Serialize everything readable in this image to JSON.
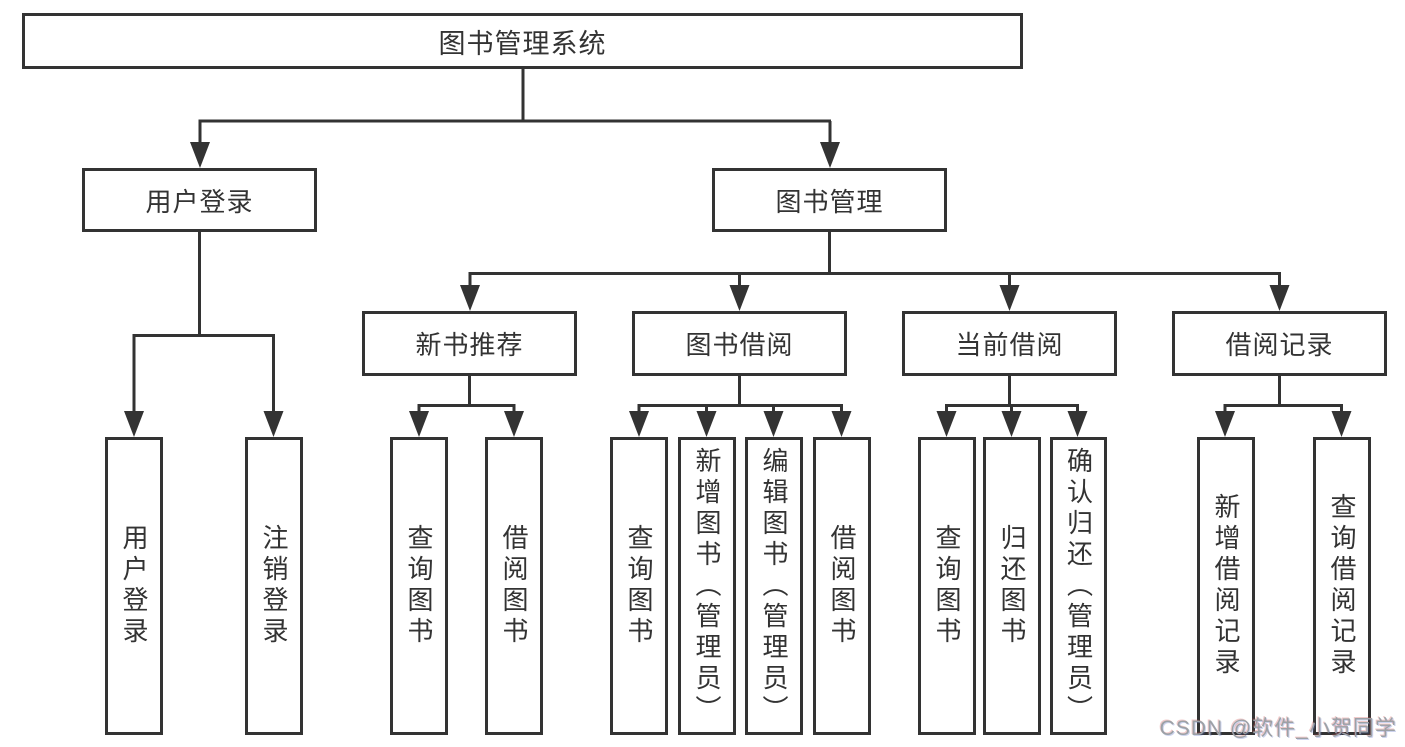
{
  "diagram": {
    "root": {
      "label": "图书管理系统"
    },
    "children": [
      {
        "label": "用户登录",
        "children": [
          {
            "label": "用户登录"
          },
          {
            "label": "注销登录"
          }
        ]
      },
      {
        "label": "图书管理",
        "children": [
          {
            "label": "新书推荐",
            "children": [
              {
                "label": "查询图书"
              },
              {
                "label": "借阅图书"
              }
            ]
          },
          {
            "label": "图书借阅",
            "children": [
              {
                "label": "查询图书"
              },
              {
                "label": "新增图书（管理员）"
              },
              {
                "label": "编辑图书（管理员）"
              },
              {
                "label": "借阅图书"
              }
            ]
          },
          {
            "label": "当前借阅",
            "children": [
              {
                "label": "查询图书"
              },
              {
                "label": "归还图书"
              },
              {
                "label": "确认归还（管理员）"
              }
            ]
          },
          {
            "label": "借阅记录",
            "children": [
              {
                "label": "新增借阅记录"
              },
              {
                "label": "查询借阅记录"
              }
            ]
          }
        ]
      }
    ]
  },
  "watermark": {
    "text": "CSDN @软件_小贺同学"
  },
  "colors": {
    "line": "#333333",
    "box_border": "#333333",
    "text": "#333333",
    "background": "#ffffff",
    "watermark": "#9ba1a6"
  }
}
